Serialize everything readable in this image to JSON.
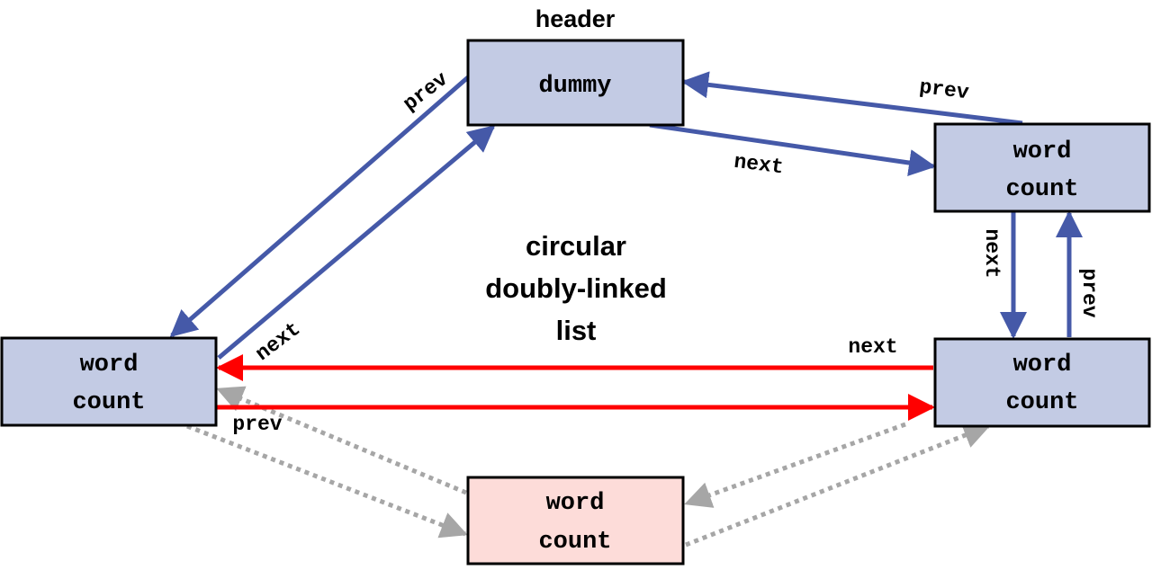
{
  "header_label": "header",
  "title_lines": [
    "circular",
    "doubly-linked",
    "list"
  ],
  "colors": {
    "link_blue": "#4559a8",
    "link_red": "#ff0000",
    "link_gray": "#a6a6a6",
    "node_blue_fill": "#c3cbe4",
    "node_pink_fill": "#fddcd9"
  },
  "nodes": {
    "dummy": {
      "line1": "dummy"
    },
    "top_right": {
      "line1": "word",
      "line2": "count"
    },
    "bottom_right": {
      "line1": "word",
      "line2": "count"
    },
    "left": {
      "line1": "word",
      "line2": "count"
    },
    "new": {
      "line1": "word",
      "line2": "count"
    }
  },
  "edge_labels": {
    "dummy_left_prev": "prev",
    "left_dummy_next": "next",
    "topright_dummy_prev": "prev",
    "dummy_topright_next": "next",
    "topright_bottomright_next": "next",
    "bottomright_topright_prev": "prev",
    "bottomright_left_next": "next",
    "left_bottomright_prev": "prev"
  }
}
